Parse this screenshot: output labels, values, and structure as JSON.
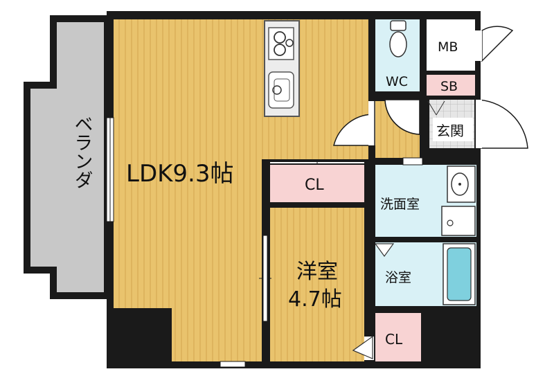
{
  "rooms": {
    "veranda": "ベランダ",
    "ldk": "LDK9.3帖",
    "closet_ldk": "CL",
    "western_room_name": "洋室",
    "western_room_size": "4.7帖",
    "closet_western": "CL",
    "wc": "WC",
    "mb": "MB",
    "sb": "SB",
    "entrance": "玄関",
    "washroom": "洗面室",
    "bathroom": "浴室"
  },
  "colors": {
    "wall": "#1a1a1a",
    "wood_floor": "#e9c36d",
    "wood_stripe": "#d8ad55",
    "wet_room": "#d9f1f6",
    "closet": "#f8d3d3",
    "veranda": "#c8c8c8",
    "tile": "#d3d3d3",
    "bathtub": "#7fd0de"
  }
}
